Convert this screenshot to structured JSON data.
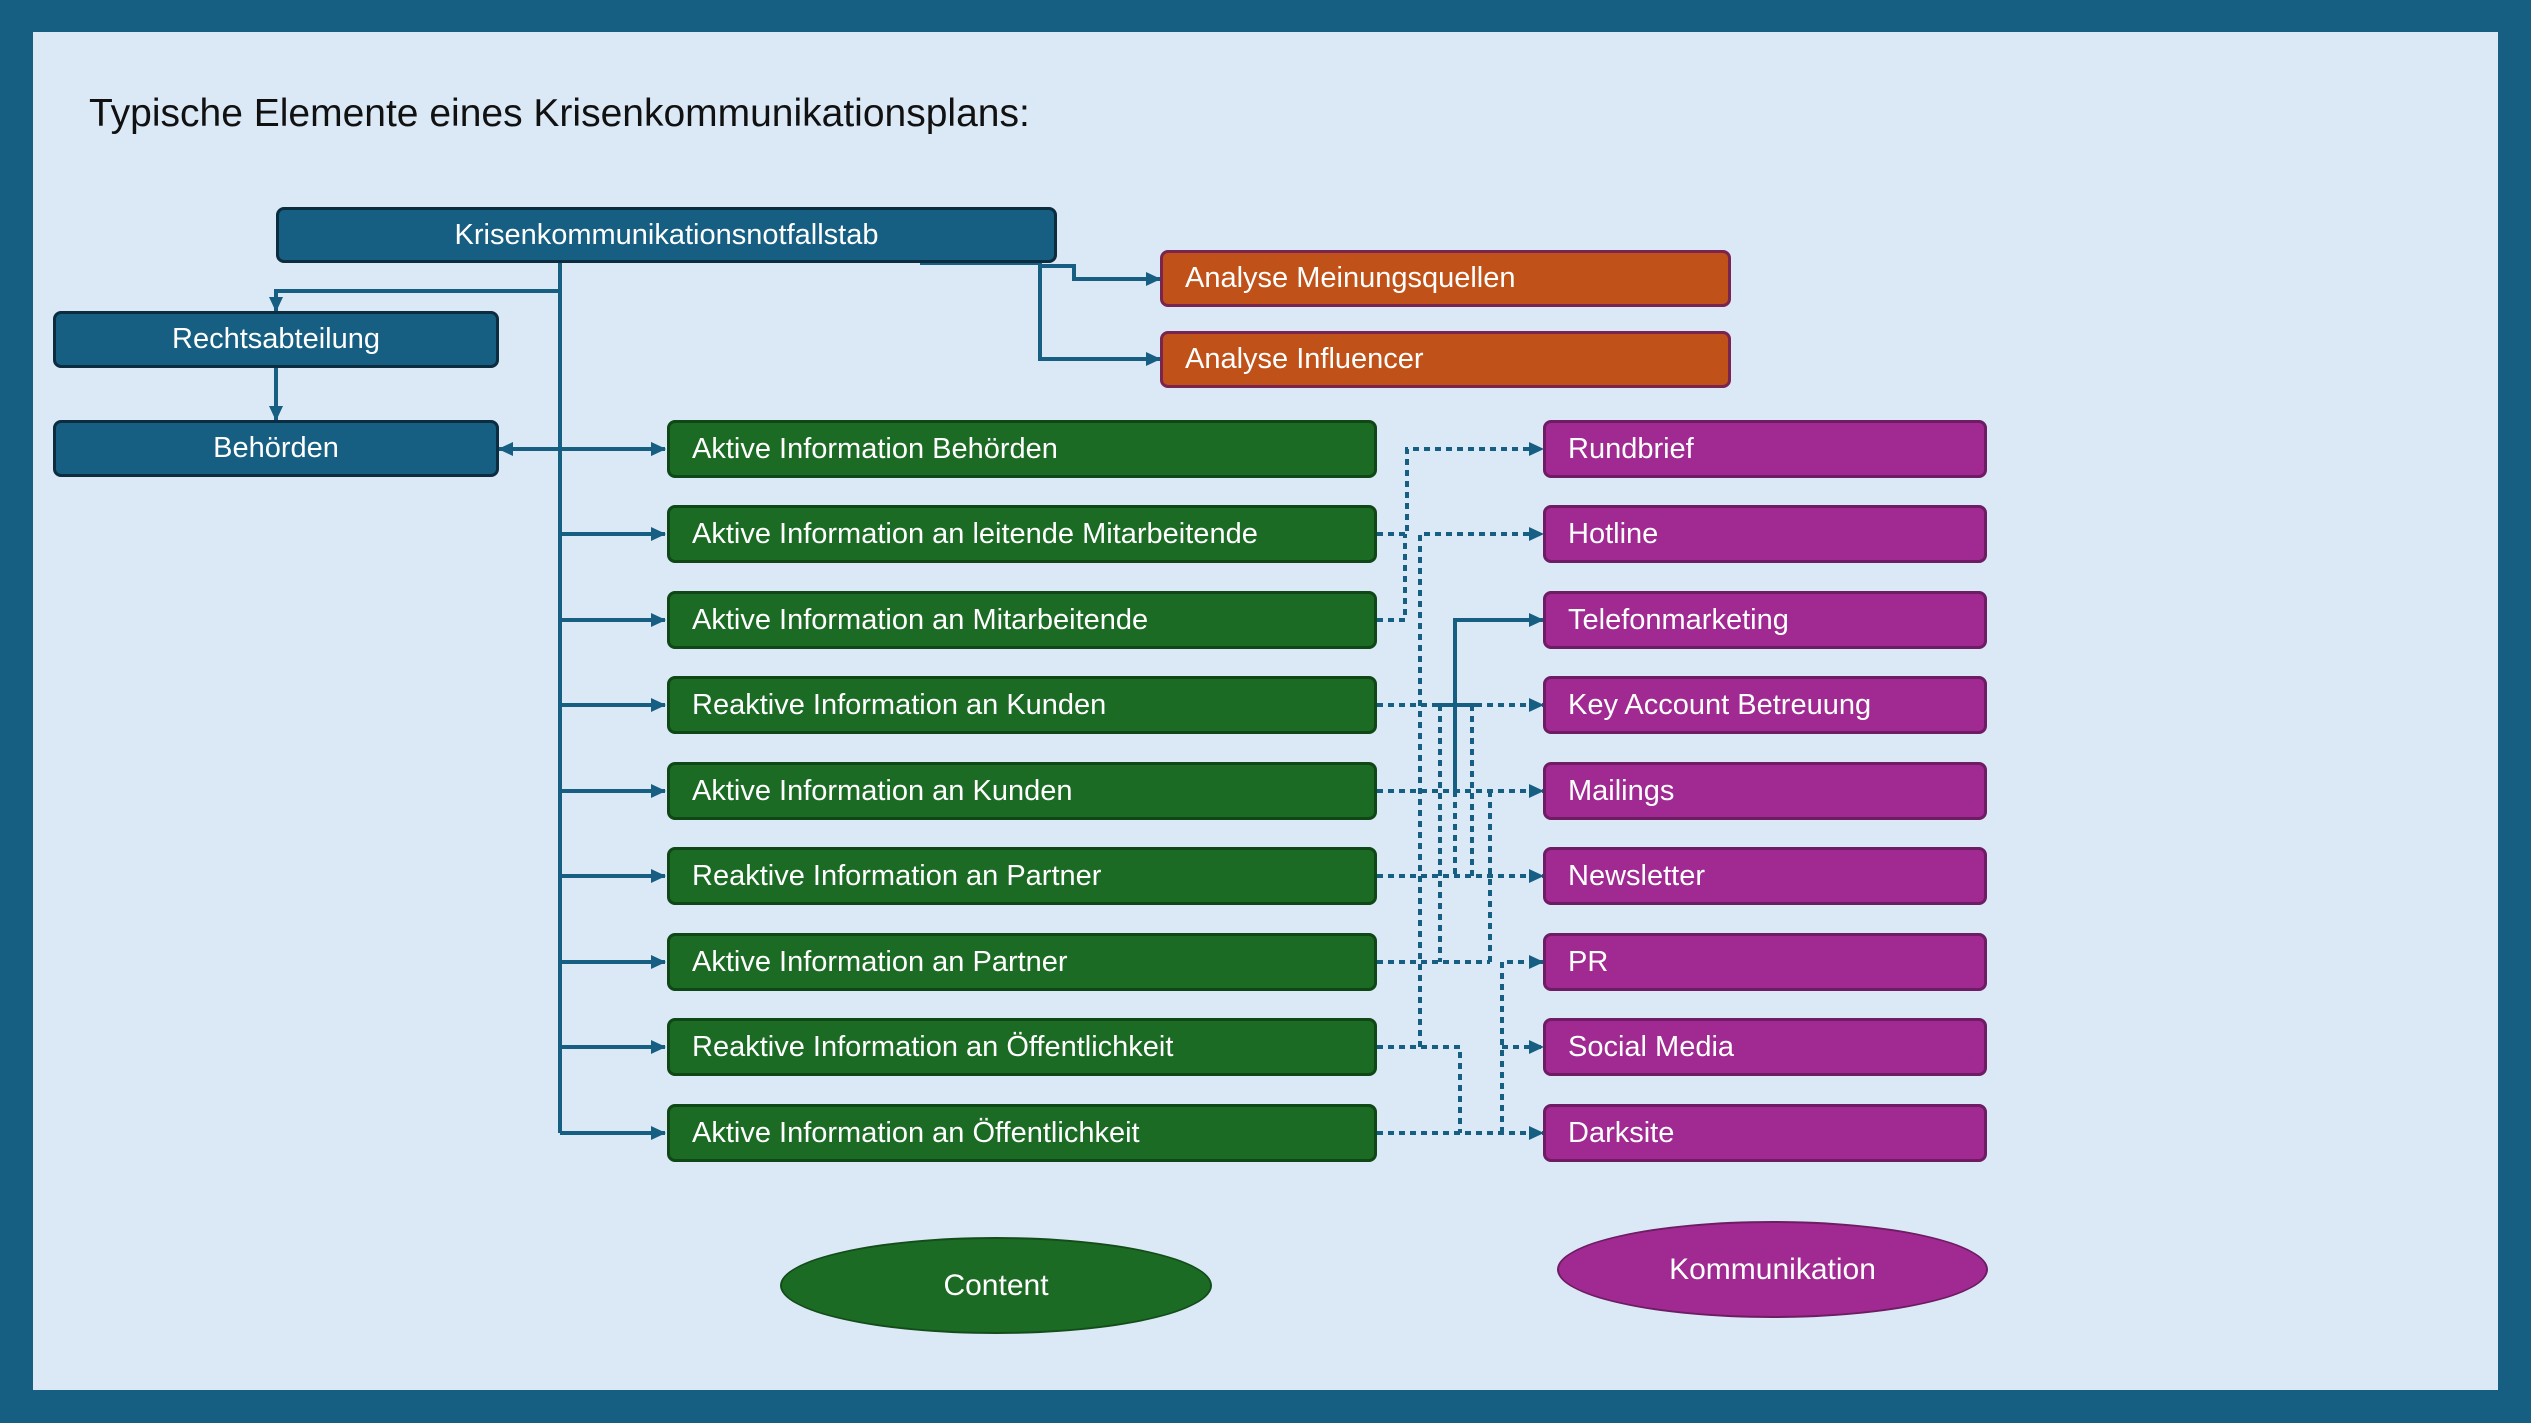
{
  "title": "Typische Elemente eines Krisenkommunikationsplans:",
  "colors": {
    "frame": "#165f82",
    "panel": "#dbe9f7",
    "leadership": "#165f82",
    "analysis": "#c05118",
    "content": "#1b6b24",
    "communication": "#a02a91",
    "connector": "#165f82"
  },
  "leadership": {
    "root": "Krisenkommunikationsnotfallstab",
    "legal": "Rechtsabteilung",
    "authorities": "Behörden"
  },
  "analysis": [
    "Analyse Meinungsquellen",
    "Analyse Influencer"
  ],
  "content": [
    "Aktive Information Behörden",
    "Aktive Information an leitende Mitarbeitende",
    "Aktive Information an Mitarbeitende",
    "Reaktive Information an Kunden",
    "Aktive Information an Kunden",
    "Reaktive Information an Partner",
    "Aktive Information an Partner",
    "Reaktive Information an Öffentlichkeit",
    "Aktive Information an Öffentlichkeit"
  ],
  "communication": [
    "Rundbrief",
    "Hotline",
    "Telefonmarketing",
    "Key Account Betreuung",
    "Mailings",
    "Newsletter",
    "PR",
    "Social Media",
    "Darksite"
  ],
  "legend": {
    "content": "Content",
    "communication": "Kommunikation"
  },
  "connections": [
    {
      "from": "Aktive Information an leitende Mitarbeitende",
      "to": [
        "Rundbrief"
      ]
    },
    {
      "from": "Aktive Information an Mitarbeitende",
      "to": [
        "Rundbrief"
      ]
    },
    {
      "from": "Reaktive Information an Kunden",
      "to": [
        "Key Account Betreuung",
        "Hotline",
        "Mailings",
        "Newsletter"
      ]
    },
    {
      "from": "Aktive Information an Kunden",
      "to": [
        "Telefonmarketing",
        "Mailings",
        "Newsletter",
        "Key Account Betreuung",
        "PR"
      ]
    },
    {
      "from": "Reaktive Information an Partner",
      "to": [
        "Newsletter",
        "Key Account Betreuung"
      ]
    },
    {
      "from": "Aktive Information an Partner",
      "to": [
        "PR",
        "Mailings",
        "Key Account Betreuung"
      ]
    },
    {
      "from": "Reaktive Information an Öffentlichkeit",
      "to": [
        "Darksite",
        "Hotline"
      ]
    },
    {
      "from": "Aktive Information an Öffentlichkeit",
      "to": [
        "Darksite",
        "PR",
        "Social Media"
      ]
    }
  ]
}
